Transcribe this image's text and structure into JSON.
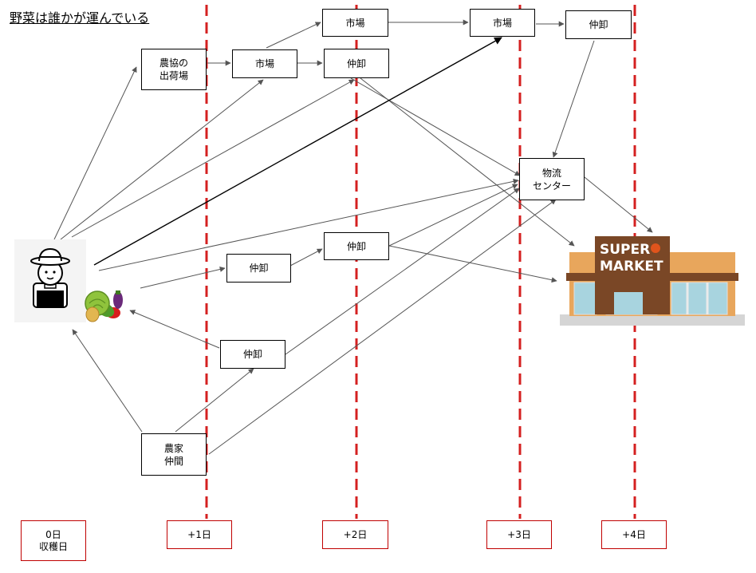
{
  "title": "野菜は誰かが運んでいる",
  "nodes": {
    "nokyo": "農協の\n出荷場",
    "ichiba_1": "市場",
    "ichiba_2a": "市場",
    "ichiba_3": "市場",
    "nakaoroshi_4": "仲卸",
    "nakaoroshi_2a": "仲卸",
    "butsuryu": "物流\nセンター",
    "nakaoroshi_1a": "仲卸",
    "nakaoroshi_2b": "仲卸",
    "nakaoroshi_1b": "仲卸",
    "noka_nakama": "農家\n仲間"
  },
  "timeline": {
    "day0": "0日\n収穫日",
    "day1": "+1日",
    "day2": "+2日",
    "day3": "+3日",
    "day4": "+4日"
  },
  "supermarket": {
    "line1": "SUPER",
    "line2": "MARKET"
  },
  "colors": {
    "timeline": "#d42020",
    "arrow": "#555555",
    "arrow_strong": "#000000"
  },
  "icons": [
    "farmer-icon",
    "vegetables-icon",
    "supermarket-icon"
  ]
}
